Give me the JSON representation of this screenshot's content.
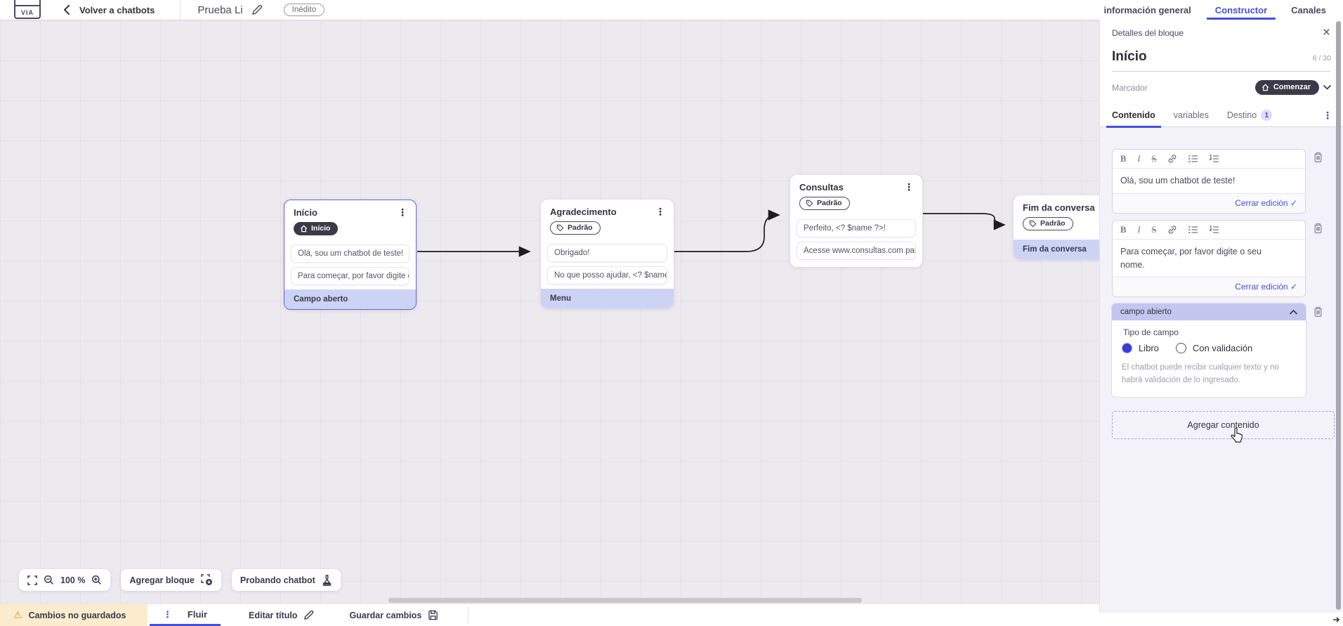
{
  "icons": {
    "warning": "⚠",
    "kebab": "⋮",
    "close": "×",
    "check": "✓"
  },
  "colors": {
    "accent": "#4250e0",
    "dark_badge": "#3c3a49",
    "highlight_row": "#ccd3f5",
    "panel_bg": "#f3f2f9",
    "warning_bg": "#fbeccd"
  },
  "header": {
    "logo_text": "VIA",
    "back_label": "Volver a chatbots",
    "doc_title": "Prueba Li",
    "status_badge": "Inédito",
    "tabs": [
      {
        "label": "información general"
      },
      {
        "label": "Constructor"
      },
      {
        "label": "Canales"
      }
    ]
  },
  "canvas": {
    "nodes": [
      {
        "title": "Início",
        "badge": "Início",
        "rows": [
          "Olá, sou um chatbot de teste!",
          "Para começar, por favor digite o ...",
          "Campo aberto"
        ]
      },
      {
        "title": "Agradecimento",
        "badge": "Padrão",
        "rows": [
          "Obrigado!",
          "No que posso ajudar, <? $name ...",
          "Menu"
        ]
      },
      {
        "title": "Consultas",
        "badge": "Padrão",
        "rows": [
          "Perfeito, <? $name ?>!",
          "Acesse www.consultas.com par..."
        ]
      },
      {
        "title": "Fim da conversa",
        "badge": "Padrão",
        "rows": [
          "Fim da conversa"
        ]
      }
    ],
    "controls": {
      "zoom_level": "100 %",
      "add_block_label": "Agregar bloque",
      "test_label": "Probando chatbot"
    }
  },
  "panel": {
    "title": "Detalles del bloque",
    "block_name": "Início",
    "char_counter": "6 / 30",
    "marker_label": "Marcador",
    "marker_value": "Comenzar",
    "tabs": [
      {
        "label": "Contenido"
      },
      {
        "label": "variables"
      },
      {
        "label": "Destino",
        "badge": "1"
      }
    ],
    "editors": [
      {
        "text": "Olá, sou um chatbot de teste!",
        "close_label": "Cerrar edición"
      },
      {
        "text": "Para começar, por favor digite o seu nome.",
        "close_label": "Cerrar edición"
      }
    ],
    "open_field": {
      "header": "campo abierto",
      "type_label": "Tipo de campo",
      "option_free": "Libro",
      "option_validated": "Con validación",
      "description": "El chatbot puede recibir cualquier texto y no habrá validación de lo ingresado."
    },
    "add_content_label": "Agregar contenido"
  },
  "footer": {
    "warning": "Cambios no guardados",
    "flow_tab": "Fluir",
    "edit_title": "Editar título",
    "save": "Guardar cambios"
  }
}
